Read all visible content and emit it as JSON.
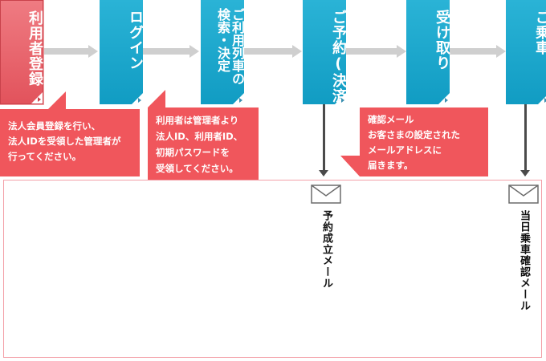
{
  "steps": [
    {
      "id": "registration",
      "label": "利用者登録",
      "active": true
    },
    {
      "id": "login",
      "label": "ログイン",
      "active": false
    },
    {
      "id": "search",
      "label": "ご利用列車の\n検索・決定",
      "active": false
    },
    {
      "id": "reservation",
      "label": "ご予約(決済)",
      "active": false
    },
    {
      "id": "pickup",
      "label": "受け取り",
      "active": false
    },
    {
      "id": "boarding",
      "label": "ご乗車",
      "active": false
    }
  ],
  "notes": {
    "registration": [
      "法人会員登録を行い、",
      "法人IDを受領した管理者が",
      "行ってください。"
    ],
    "login": [
      "利用者は管理者より",
      "法人ID、利用者ID、",
      "初期パスワードを",
      "受領してください。"
    ],
    "email": [
      "確認メール",
      "お客さまの設定された",
      "メールアドレスに",
      "届きます。"
    ]
  },
  "mails": {
    "reservation": "予約成立メール",
    "boarding": "当日乗車確認メール"
  },
  "colors": {
    "step_blue": "#1aa6cc",
    "step_active": "#e7595f",
    "bubble": "#f0565c",
    "arrow": "#cfcfcf",
    "panel_border": "#f3a0a8"
  }
}
